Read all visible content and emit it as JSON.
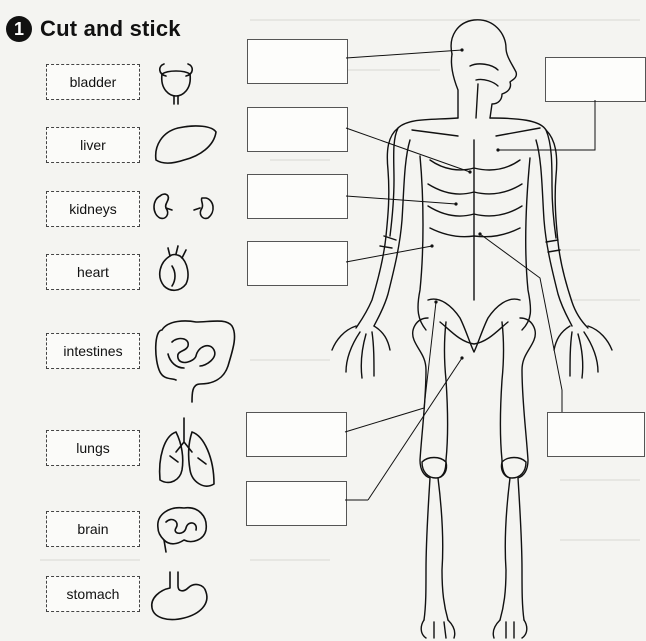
{
  "exercise": {
    "number": "1",
    "title": "Cut and stick"
  },
  "word_cards": [
    {
      "label": "bladder"
    },
    {
      "label": "liver"
    },
    {
      "label": "kidneys"
    },
    {
      "label": "heart"
    },
    {
      "label": "intestines"
    },
    {
      "label": "lungs"
    },
    {
      "label": "brain"
    },
    {
      "label": "stomach"
    }
  ],
  "organ_icons": [
    "bladder-icon",
    "liver-icon",
    "kidneys-icon",
    "heart-icon",
    "intestines-icon",
    "lungs-icon",
    "brain-icon",
    "stomach-icon"
  ],
  "label_boxes_count_left": 6,
  "label_boxes_count_right": 2
}
